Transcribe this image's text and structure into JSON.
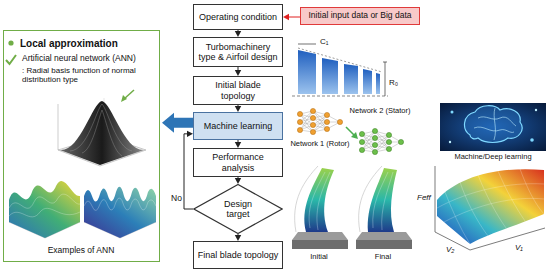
{
  "diagram": {
    "nodes": [
      {
        "text": [
          "Operating condition"
        ]
      },
      {
        "text": [
          "Initial input data or Big data"
        ]
      },
      {
        "text": [
          "Turbomachinery type & Airfoil design"
        ]
      },
      {
        "text": [
          "Initial blade topology"
        ]
      },
      {
        "text": [
          "Machine learning"
        ]
      },
      {
        "text": [
          "Performance analysis"
        ]
      },
      {
        "text": [
          "Design target"
        ]
      },
      {
        "text": [
          "Final blade topology"
        ]
      },
      {
        "text": [
          "Local approximation",
          "Artificial neural network (ANN)",
          ": Radial basis function of normal distribution type"
        ]
      }
    ],
    "edges": [
      {
        "from": 1,
        "to": 0,
        "arrow": "to"
      },
      {
        "from": 0,
        "to": 2,
        "arrow": "to"
      },
      {
        "from": 2,
        "to": 3,
        "arrow": "to"
      },
      {
        "from": 3,
        "to": 4,
        "arrow": "to"
      },
      {
        "from": 4,
        "to": 5,
        "arrow": "to"
      },
      {
        "from": 5,
        "to": 6,
        "arrow": "to"
      },
      {
        "from": 6,
        "to": 7,
        "arrow": "to"
      },
      {
        "from": 6,
        "to": 4,
        "label": "No",
        "arrow": "to"
      },
      {
        "from": 4,
        "to": 8,
        "arrow": "to"
      }
    ],
    "labels": [
      "C₁",
      "R₀",
      "Network 1 (Rotor)",
      "Network 2 (Stator)",
      "Machine/Deep learning",
      "Examples of ANN",
      "Initial",
      "Final",
      "Feff",
      "V₂",
      "V₁"
    ]
  }
}
